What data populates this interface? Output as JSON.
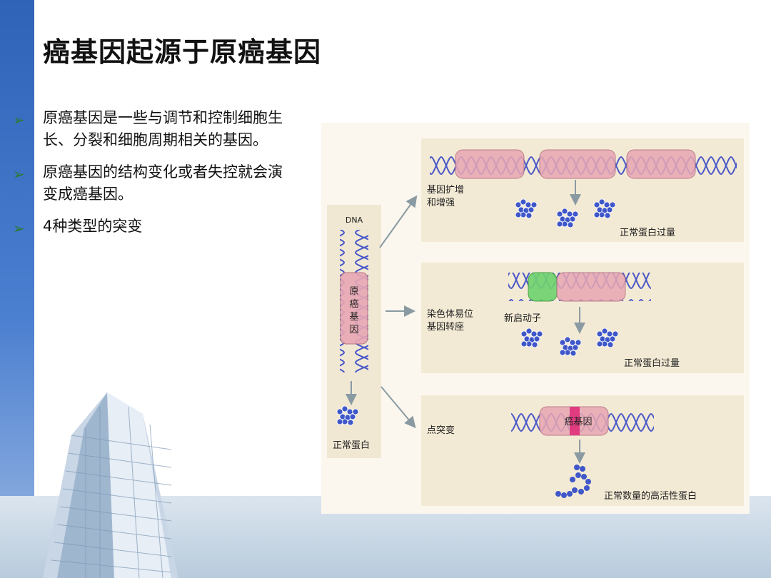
{
  "slide": {
    "title": "癌基因起源于原癌基因",
    "bullets": [
      "原癌基因是一些与调节和控制细胞生长、分裂和细胞周期相关的基因。",
      "原癌基因的结构变化或者失控就会演变成癌基因。",
      "4种类型的突变"
    ]
  },
  "figure": {
    "dna_label": "DNA",
    "gene_label_chars": [
      "原",
      "癌",
      "基",
      "因"
    ],
    "normal_protein_label": "正常蛋白",
    "panels": [
      {
        "mechanism_lines": [
          "基因扩增",
          "和增强"
        ],
        "result": "正常蛋白过量"
      },
      {
        "mechanism_lines": [
          "染色体易位",
          "基因转座"
        ],
        "extra_label": "新启动子",
        "result": "正常蛋白过量"
      },
      {
        "mechanism_lines": [
          "点突变"
        ],
        "gene_label": "癌基因",
        "result": "正常数量的高活性蛋白"
      }
    ],
    "colors": {
      "panel_bg": "#f3ead5",
      "dna_strand": "#4a58c8",
      "gene_segment": "#e8a7b4",
      "promoter_segment": "#6fd36f",
      "mutation_segment": "#e0307a",
      "protein_blue": "#3f57c9",
      "arrow_gray": "#8a9aa2"
    }
  }
}
